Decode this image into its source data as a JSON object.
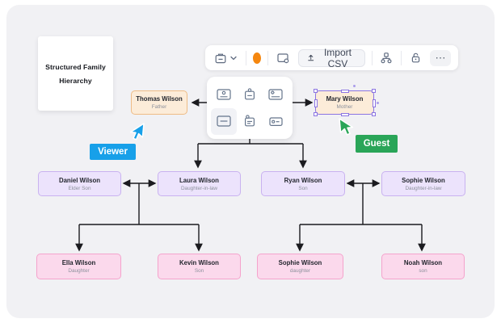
{
  "title_card": {
    "line1": "Structured Family",
    "line2": "Hierarchy"
  },
  "toolbar": {
    "import_csv_label": "Import CSV",
    "more_label": "⋯",
    "status_dot_color": "#f5870f",
    "icons": [
      "archive-box-icon",
      "chevron-down-icon",
      "active-status-dot",
      "node-settings-icon",
      "upload-icon",
      "org-chart-icon",
      "lock-icon",
      "more-icon"
    ]
  },
  "node_palette": {
    "icons": [
      "card-avatar-icon",
      "badge-icon",
      "card-gear-icon",
      "card-line-icon",
      "badge-lines-icon",
      "card-toggle-icon"
    ],
    "highlighted_index": 3
  },
  "presence": {
    "viewer": {
      "label": "Viewer",
      "color": "#17a0e9"
    },
    "guest": {
      "label": "Guest",
      "color": "#2aa558"
    }
  },
  "colors": {
    "canvas": "#f1f1f4",
    "parent_fill": "#fcecd9",
    "parent_border": "#eebc86",
    "child_fill": "#ece3fc",
    "child_border": "#c9b2f0",
    "grandchild_fill": "#fbd9ec",
    "grandchild_border": "#f5a3cc",
    "selection": "#8b74e2",
    "connector": "#1b1b1f"
  },
  "nodes": [
    {
      "name": "Thomas Wilson",
      "role": "Father"
    },
    {
      "name": "Mary Wilson",
      "role": "Mother",
      "selected": true
    },
    {
      "name": "Daniel Wilson",
      "role": "Elder Son"
    },
    {
      "name": "Laura Wilson",
      "role": "Daughter-in-law"
    },
    {
      "name": "Ryan Wilson",
      "role": "Son"
    },
    {
      "name": "Sophie Wilson",
      "role": "Daughter-in-law"
    },
    {
      "name": "Ella Wilson",
      "role": "Daughter"
    },
    {
      "name": "Kevin Wilson",
      "role": "Son"
    },
    {
      "name": "Sophie Wilson",
      "role": "daughter"
    },
    {
      "name": "Noah Wilson",
      "role": "son"
    }
  ]
}
